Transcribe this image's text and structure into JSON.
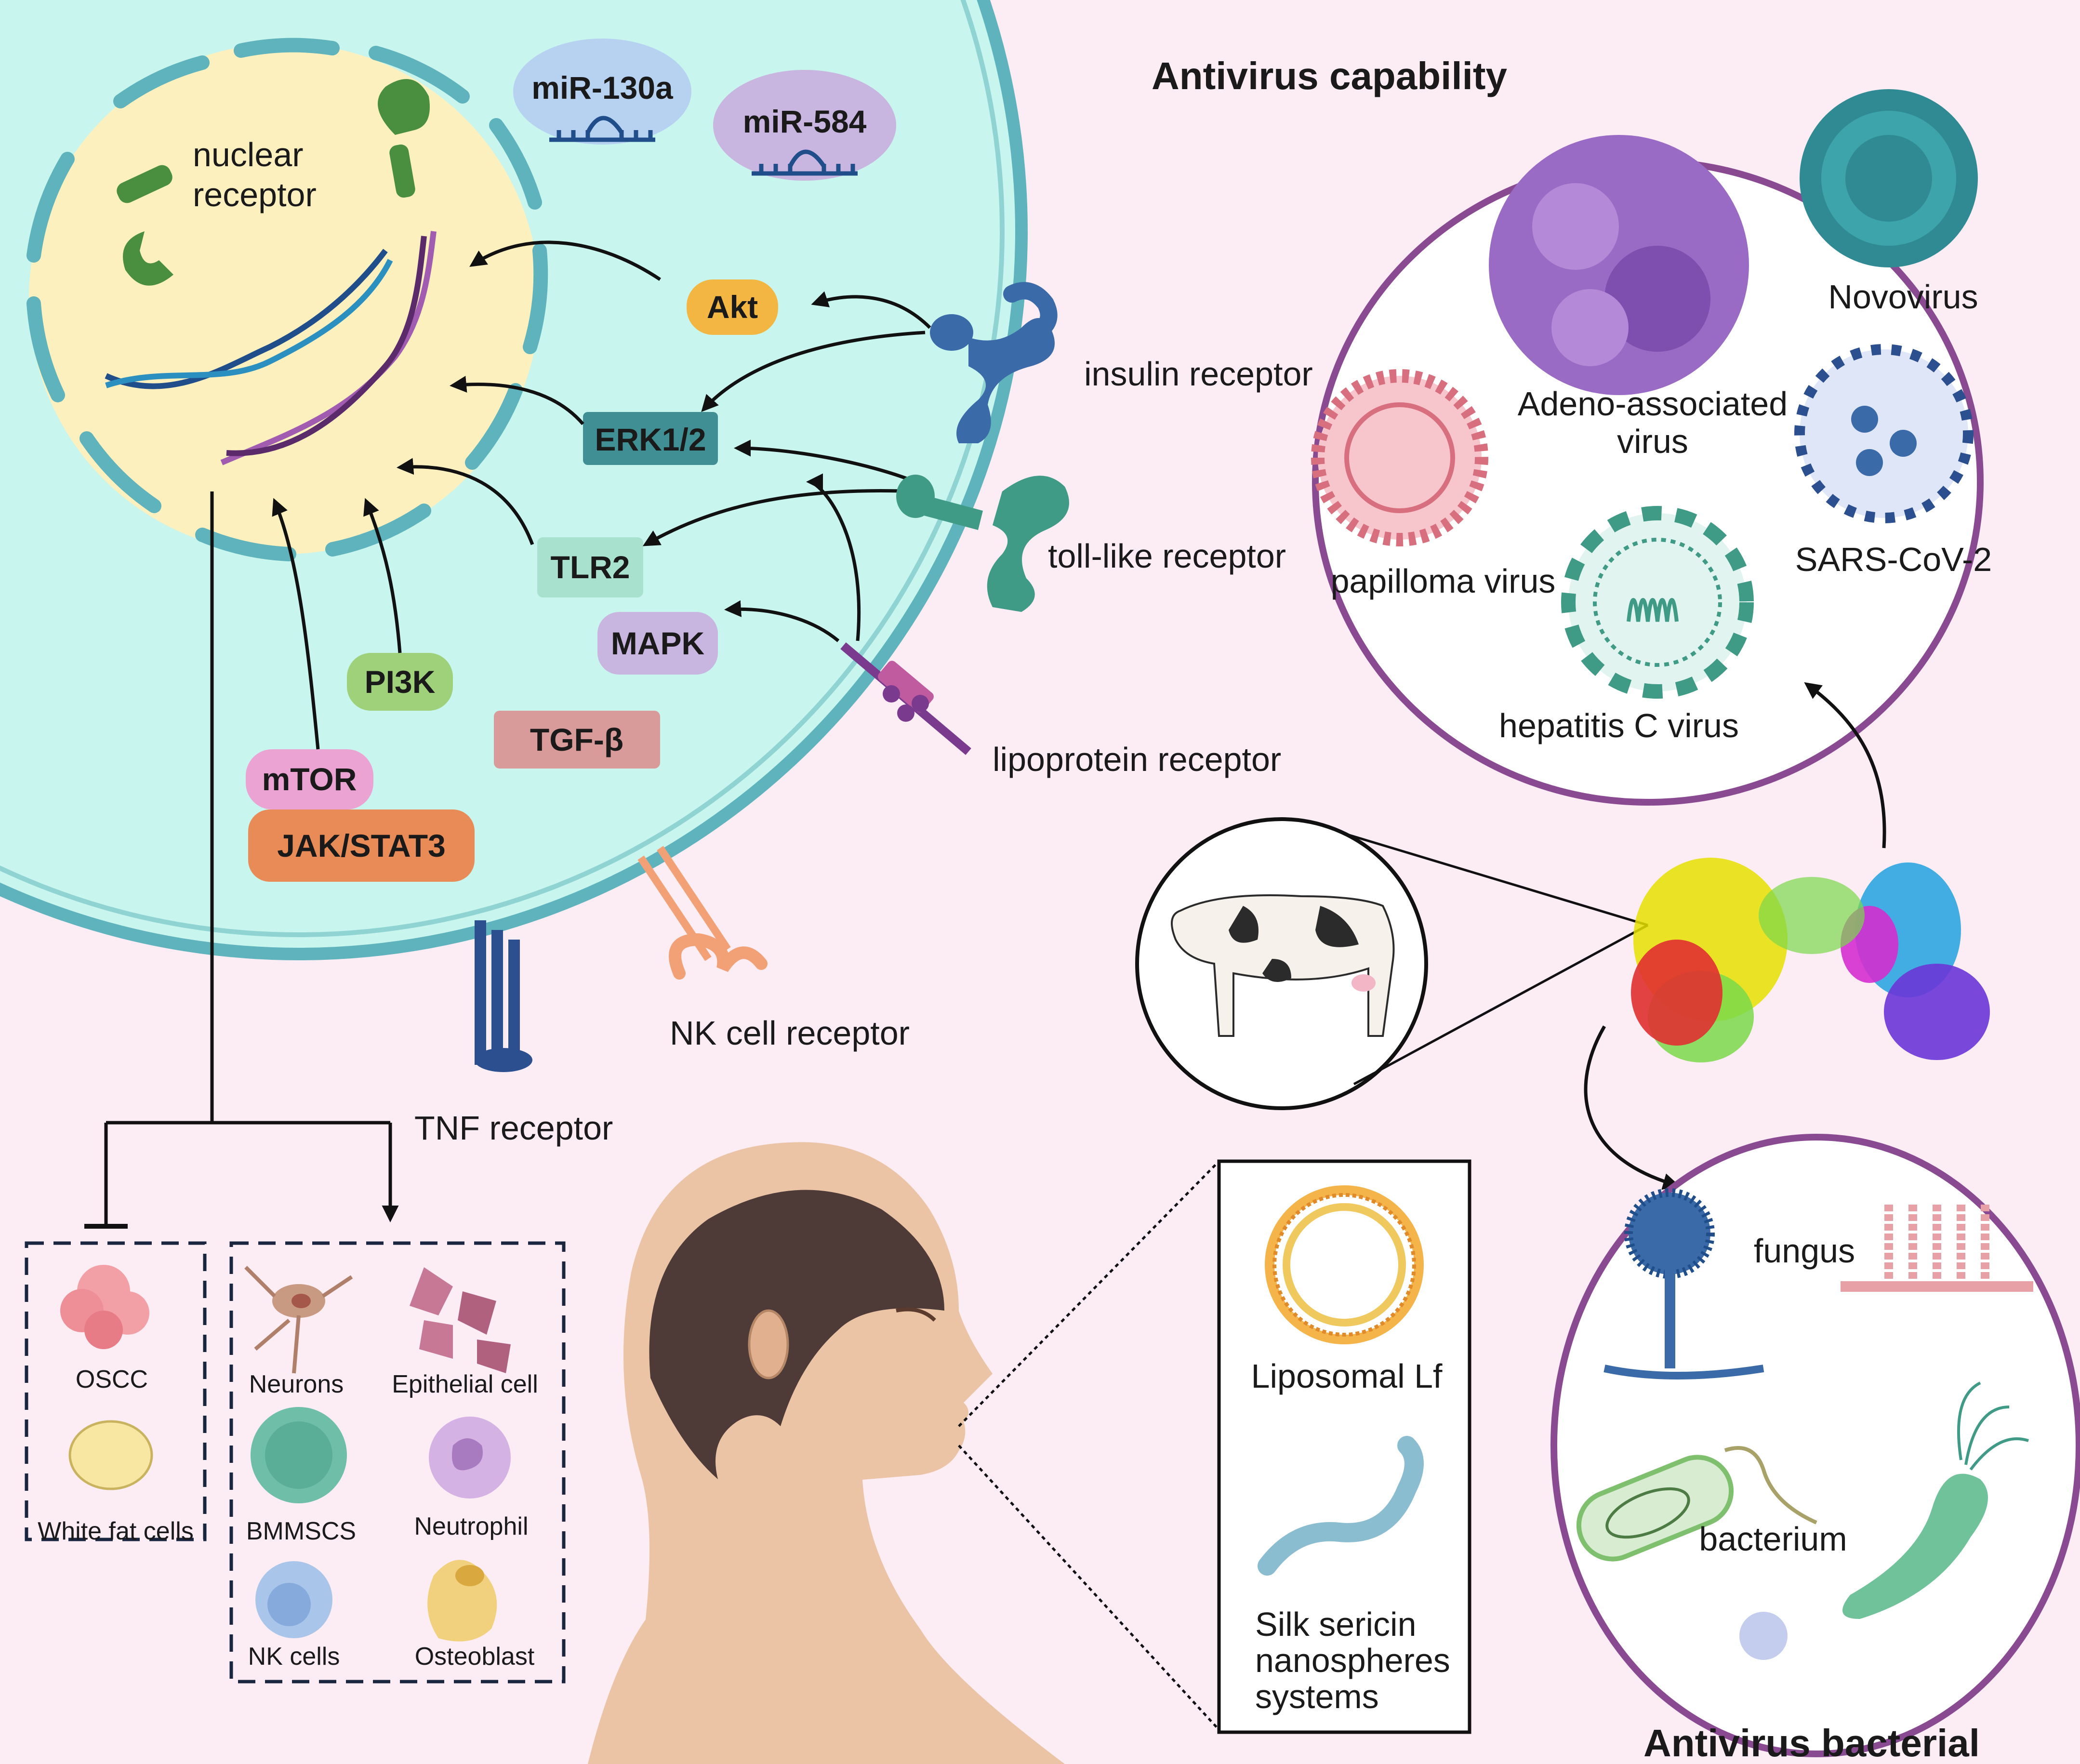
{
  "headings": {
    "antivirus_capability": "Antivirus capability",
    "antivirus_bacterial": "Antivirus bacterial"
  },
  "cell": {
    "nucleus_label": [
      "nuclear",
      "receptor"
    ],
    "mirnas": [
      "miR-130a",
      "miR-584"
    ],
    "signals": [
      "Akt",
      "ERK1/2",
      "TLR2",
      "MAPK",
      "PI3K",
      "TGF-β",
      "mTOR",
      "JAK/STAT3"
    ],
    "receptors": [
      "insulin receptor",
      "toll-like receptor",
      "lipoprotein receptor",
      "NK cell receptor",
      "TNF receptor"
    ]
  },
  "inhibited_cells": [
    "OSCC",
    "White fat cells"
  ],
  "promoted_cells": [
    "Neurons",
    "Epithelial cell",
    "BMMSCS",
    "Neutrophil",
    "NK cells",
    "Osteoblast"
  ],
  "viruses": [
    "Adeno-associated",
    "virus",
    "Novovirus",
    "papilloma virus",
    "SARS-CoV-2",
    "hepatitis C virus"
  ],
  "delivery": [
    "Liposomal Lf",
    "Silk sericin",
    "nanospheres",
    "systems"
  ],
  "microbes": [
    "fungus",
    "bacterium"
  ],
  "colors": {
    "cell": "#c8f5ee",
    "nucleus": "#fdf0bf",
    "membrane": "#5fb3bd",
    "ellipse_border": "#8a4a92",
    "akt": "#f3b642",
    "erk": "#3f8f94",
    "tlr2": "#a8e2cf",
    "mapk": "#c9b6e0",
    "pi3k": "#9fd07a",
    "tgf": "#d99a9a",
    "mtor": "#eba3d3",
    "jak": "#e98b56"
  }
}
